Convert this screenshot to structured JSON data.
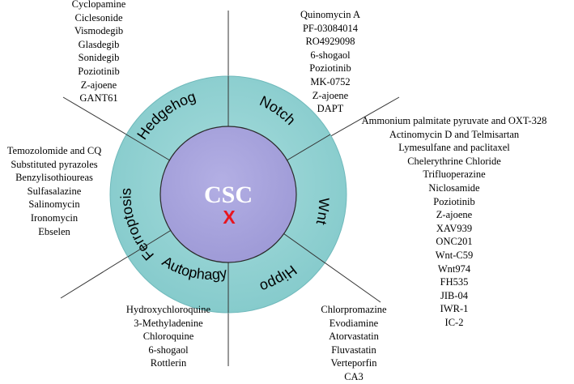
{
  "colors": {
    "outer_ring": "#8ccfcf",
    "outer_ring_edge": "#6fb9bb",
    "inner_circle": "#a7a3dc",
    "inner_circle_edge": "#2a2a2a",
    "center_text": "#ffffff",
    "x_mark": "#e8141e",
    "lines": "#333333"
  },
  "center": {
    "label": "CSC",
    "mark": "X"
  },
  "pathways": {
    "hedgehog": "Hedgehog",
    "notch": "Notch",
    "wnt": "Wnt",
    "hippo": "Hippo",
    "autophagy": "Autophagy",
    "ferroptosis": "Ferroptosis"
  },
  "inhibitors": {
    "hedgehog": [
      "Cyclopamine",
      "Ciclesonide",
      "Vismodegib",
      "Glasdegib",
      "Sonidegib",
      "Poziotinib",
      "Z-ajoene",
      "GANT61"
    ],
    "notch": [
      "Quinomycin A",
      "PF-03084014",
      "RO4929098",
      "6-shogaol",
      "Poziotinib",
      "MK-0752",
      "Z-ajoene",
      "DAPT"
    ],
    "wnt": [
      "Ammonium palmitate pyruvate and OXT-328",
      "Actinomycin D and Telmisartan",
      "Lymesulfane and paclitaxel",
      "Chelerythrine Chloride",
      "Trifluoperazine",
      "Niclosamide",
      "Poziotinib",
      "Z-ajoene",
      "XAV939",
      "ONC201",
      "Wnt-C59",
      "Wnt974",
      "FH535",
      "JIB-04",
      "IWR-1",
      "IC-2"
    ],
    "ferroptosis": [
      "Temozolomide and CQ",
      "Substituted pyrazoles",
      "Benzylisothioureas",
      "Sulfasalazine",
      "Salinomycin",
      "Ironomycin",
      "Ebselen"
    ],
    "autophagy": [
      "Hydroxychloroquine",
      "3-Methyladenine",
      "Chloroquine",
      "6-shogaol",
      "Rottlerin"
    ],
    "hippo": [
      "Chlorpromazine",
      "Evodiamine",
      "Atorvastatin",
      "Fluvastatin",
      "Verteporfin",
      "CA3"
    ]
  }
}
